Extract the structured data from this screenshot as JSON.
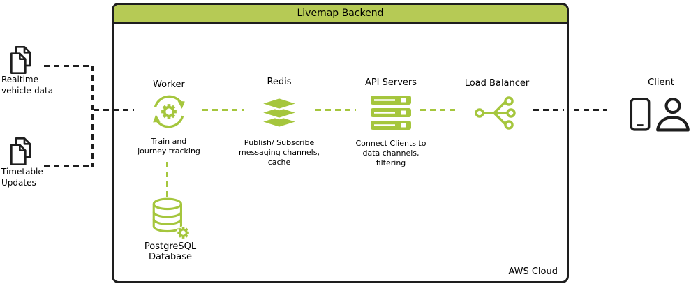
{
  "colors": {
    "accent_green": "#a5c63d",
    "header_green": "#b6ca55",
    "dark": "#1e1e1e"
  },
  "backend": {
    "title": "Livemap Backend",
    "cloud_label": "AWS Cloud"
  },
  "sources": {
    "realtime": {
      "label": "Realtime\nvehicle-data"
    },
    "timetable": {
      "label": "Timetable\nUpdates"
    }
  },
  "nodes": {
    "worker": {
      "label": "Worker",
      "description": "Train and\njourney tracking"
    },
    "redis": {
      "label": "Redis",
      "description": "Publish/ Subscribe\nmessaging channels,\ncache"
    },
    "api_servers": {
      "label": "API Servers",
      "description": "Connect Clients to\ndata channels,\nfiltering"
    },
    "load_balancer": {
      "label": "Load Balancer"
    },
    "client": {
      "label": "Client"
    },
    "postgresql": {
      "label": "PostgreSQL\nDatabase"
    }
  }
}
